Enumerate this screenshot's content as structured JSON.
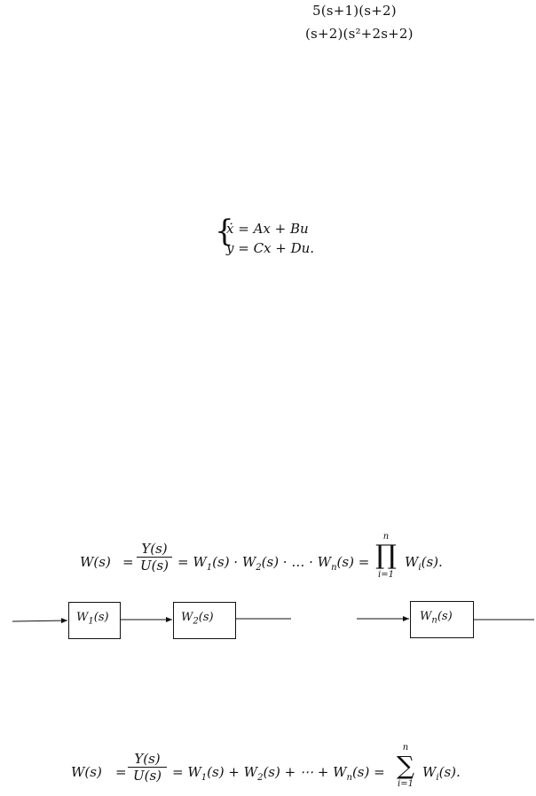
{
  "top_fraction": {
    "numerator": "5(s+1)(s+2)",
    "denominator": "(s+2)(s²+2s+2)"
  },
  "state_space": {
    "line1": "ẋ = Ax + Bu",
    "line2": "y = Cx + Du."
  },
  "series_formula": {
    "lhs": "W(s)",
    "frac_num": "Y(s)",
    "frac_den": "U(s)",
    "eq1": "= W",
    "eq1_sub": "1",
    "eq1b": "(s) · W",
    "eq2_sub": "2",
    "eq2b": "(s) · … · W",
    "eq3_sub": "n",
    "eq3b": "(s) =",
    "prod_top": "n",
    "prod_symbol": "∏",
    "prod_bottom": "i=1",
    "term": "W",
    "term_sub": "i",
    "term_tail": "(s)."
  },
  "block_diagram": {
    "blocks": [
      {
        "label": "W",
        "sub": "1",
        "tail": "(s)"
      },
      {
        "label": "W",
        "sub": "2",
        "tail": "(s)"
      },
      {
        "label": "W",
        "sub": "n",
        "tail": "(s)"
      }
    ]
  },
  "parallel_formula": {
    "lhs": "W(s)",
    "frac_num": "Y(s)",
    "frac_den": "U(s)",
    "eq1": "= W",
    "eq1_sub": "1",
    "eq1b": "(s) + W",
    "eq2_sub": "2",
    "eq2b": "(s) + ⋯ + W",
    "eq3_sub": "n",
    "eq3b": "(s) =",
    "sum_top": "n",
    "sum_symbol": "∑",
    "sum_bottom": "i=1",
    "term": "W",
    "term_sub": "i",
    "term_tail": "(s)."
  }
}
